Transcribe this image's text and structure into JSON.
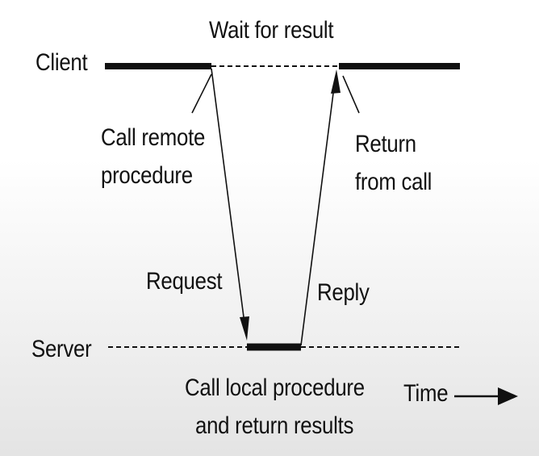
{
  "diagram": {
    "client_label": "Client",
    "server_label": "Server",
    "wait_label": "Wait for result",
    "call_remote_label_line1": "Call remote",
    "call_remote_label_line2": "procedure",
    "return_label_line1": "Return",
    "return_label_line2": "from call",
    "request_label": "Request",
    "reply_label": "Reply",
    "call_local_label_line1": "Call local procedure",
    "call_local_label_line2": "and return results",
    "time_label": "Time"
  }
}
